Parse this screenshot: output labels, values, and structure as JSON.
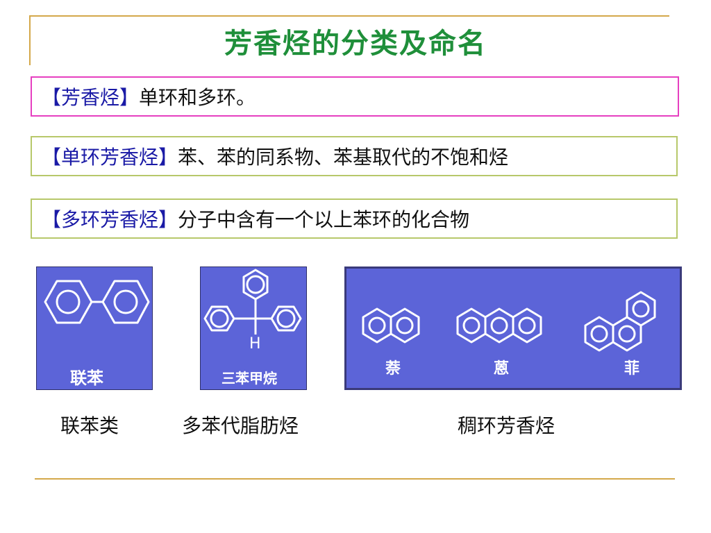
{
  "title": "芳香烃的分类及命名",
  "definitions": [
    {
      "term": "【芳香烃】",
      "text": "单环和多环。"
    },
    {
      "term": "【单环芳香烃】",
      "text": "苯、苯的同系物、苯基取代的不饱和烃"
    },
    {
      "term": "【多环芳香烃】",
      "text": "分子中含有一个以上苯环的化合物"
    }
  ],
  "structures": {
    "biphenyl": {
      "label": "联苯"
    },
    "triphenylmethane": {
      "label": "三苯甲烷",
      "atom": "H"
    },
    "fused": {
      "labels": [
        "萘",
        "蒽",
        "菲"
      ]
    }
  },
  "captions": [
    "联苯类",
    "多苯代脂肪烃",
    "稠环芳香烃"
  ],
  "colors": {
    "title": "#1f8f3a",
    "panel": "#5c64d8",
    "bracket": "#1a1aa6",
    "box1_border": "#e63fc0",
    "box_border": "#b7c86a",
    "rule": "#d4a84a"
  }
}
